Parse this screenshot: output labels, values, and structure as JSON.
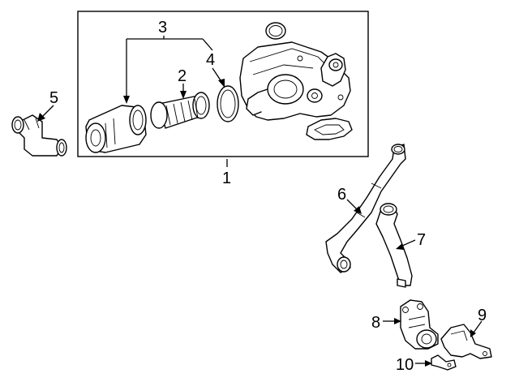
{
  "diagram": {
    "callouts": [
      "1",
      "2",
      "3",
      "4",
      "5",
      "6",
      "7",
      "8",
      "9",
      "10"
    ]
  },
  "parts": [
    {
      "callout": "1",
      "icon": "oil-filter-housing-assembly"
    },
    {
      "callout": "2",
      "icon": "filter-element"
    },
    {
      "callout": "3",
      "icon": "filter-cap"
    },
    {
      "callout": "4",
      "icon": "o-ring"
    },
    {
      "callout": "5",
      "icon": "hose-connector"
    },
    {
      "callout": "6",
      "icon": "oil-line"
    },
    {
      "callout": "7",
      "icon": "oil-line"
    },
    {
      "callout": "8",
      "icon": "oil-cooler"
    },
    {
      "callout": "9",
      "icon": "bracket"
    },
    {
      "callout": "10",
      "icon": "clip"
    }
  ]
}
